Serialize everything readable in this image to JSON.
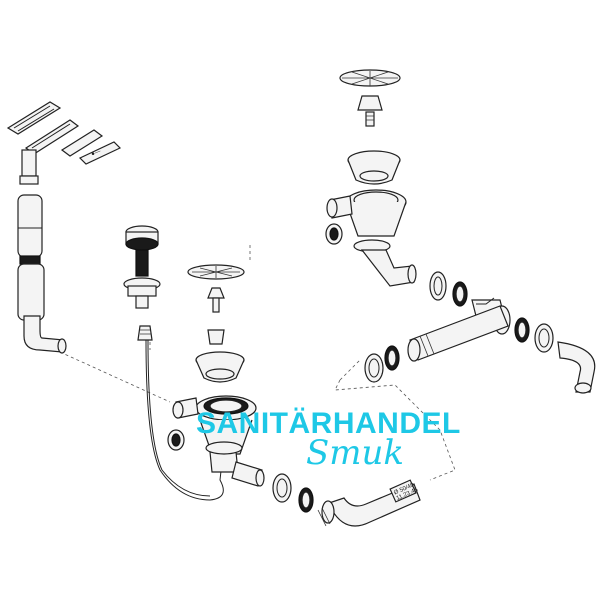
{
  "watermark": {
    "line1": "SANITÄRHANDEL",
    "line2": "Smuk",
    "color": "#1ec8e6"
  },
  "labels": {
    "tag_line1": "Ø 50/40",
    "tag_line2": "11.23.45"
  }
}
